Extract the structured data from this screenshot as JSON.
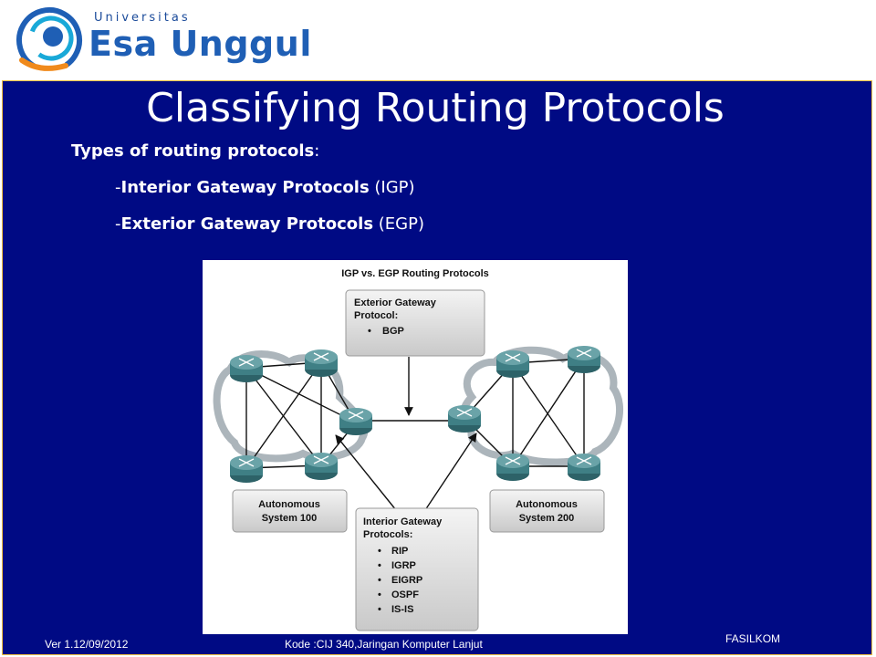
{
  "logo": {
    "university_word": "Universitas",
    "name": "Esa Unggul"
  },
  "slide": {
    "title": "Classifying Routing Protocols",
    "intro_bold": "Types of routing protocols",
    "intro_rest": ":",
    "items": [
      {
        "dash": "-",
        "bold": "Interior Gateway Protocols",
        "rest": " (IGP)"
      },
      {
        "dash": "-",
        "bold": "Exterior Gateway Protocols",
        "rest": " (EGP)"
      }
    ]
  },
  "diagram": {
    "title": "IGP vs. EGP Routing Protocols",
    "egp_box": {
      "line1": "Exterior Gateway",
      "line2": "Protocol:",
      "items": [
        "BGP"
      ]
    },
    "igp_box": {
      "line1": "Interior Gateway",
      "line2": "Protocols:",
      "items": [
        "RIP",
        "IGRP",
        "EIGRP",
        "OSPF",
        "IS-IS"
      ]
    },
    "as1": {
      "line1": "Autonomous",
      "line2": "System 100"
    },
    "as2": {
      "line1": "Autonomous",
      "line2": "System 200"
    },
    "bullet_glyph": "•"
  },
  "footer": {
    "version": "Ver 1.12/09/2012",
    "course": "Kode :CIJ 340,Jaringan Komputer Lanjut",
    "faculty": "FASILKOM"
  },
  "colors": {
    "slide_bg": "#000a84",
    "logo_blue": "#1f5fb5",
    "router": "#3f7f85"
  }
}
